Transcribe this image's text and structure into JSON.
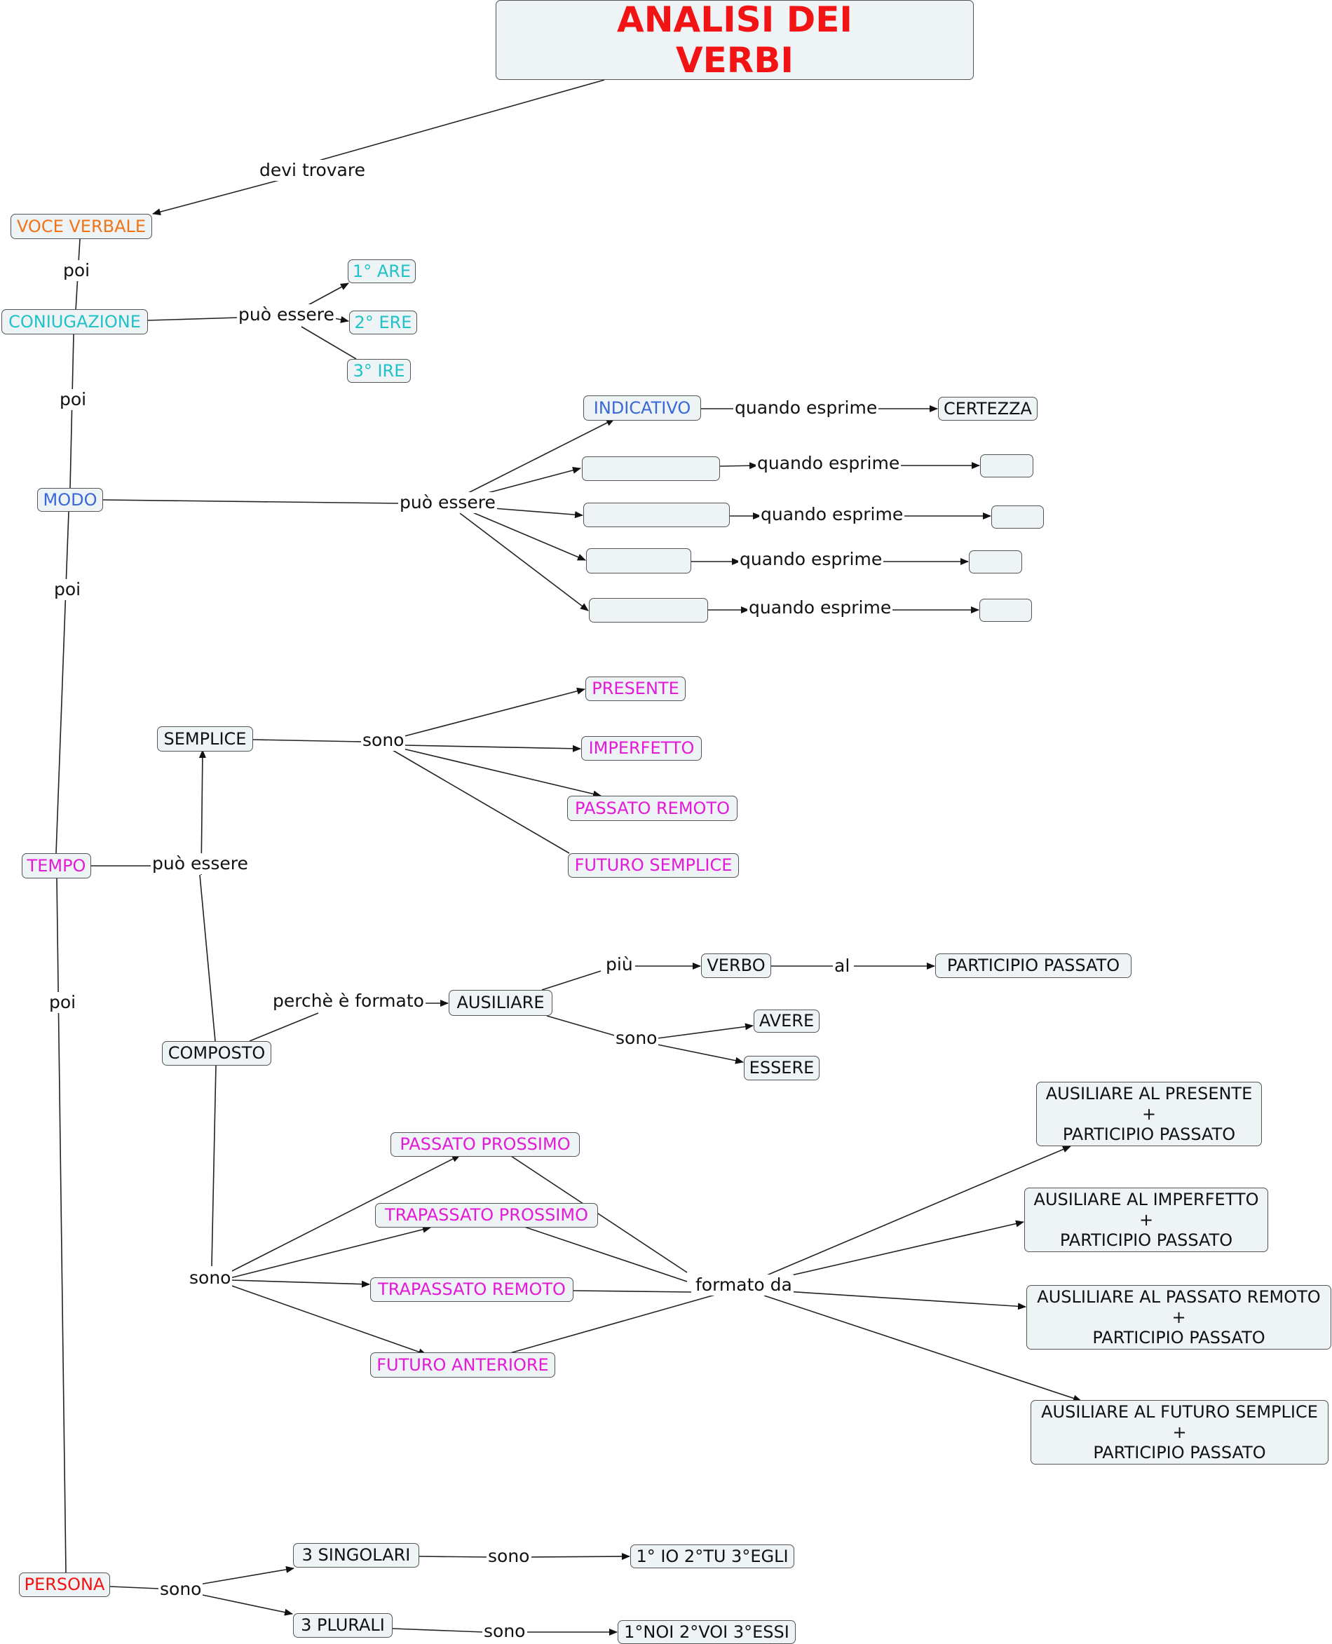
{
  "colors": {
    "title": "#f21414",
    "voce_verbale": "#f07318",
    "coniugazione": "#20c2c8",
    "modo": "#3a68d6",
    "tempo": "#e31ad8",
    "persona": "#f21414",
    "node_fill": "#eef3f5",
    "node_border": "#555555",
    "line": "#222222"
  },
  "title": {
    "line1": "ANALISI DEI",
    "line2": "VERBI"
  },
  "nodes": {
    "voce_verbale": "VOCE VERBALE",
    "coniugazione": "CONIUGAZIONE",
    "are": "1° ARE",
    "ere": "2° ERE",
    "ire": "3° IRE",
    "modo": "MODO",
    "indicativo": "INDICATIVO",
    "certezza": "CERTEZZA",
    "modo_2": "",
    "modo_3": "",
    "modo_4": "",
    "modo_5": "",
    "esprime_2": "",
    "esprime_3": "",
    "esprime_4": "",
    "esprime_5": "",
    "tempo": "TEMPO",
    "semplice": "SEMPLICE",
    "presente": "PRESENTE",
    "imperfetto": "IMPERFETTO",
    "passato_remoto": "PASSATO REMOTO",
    "futuro_semplice": "FUTURO SEMPLICE",
    "composto": "COMPOSTO",
    "ausiliare": "AUSILIARE",
    "verbo": "VERBO",
    "participio_passato": "PARTICIPIO PASSATO",
    "avere": "AVERE",
    "essere": "ESSERE",
    "passato_prossimo": "PASSATO PROSSIMO",
    "trapassato_prossimo": "TRAPASSATO PROSSIMO",
    "trapassato_remoto": "TRAPASSATO REMOTO",
    "futuro_anteriore": "FUTURO ANTERIORE",
    "aus_presente": [
      "AUSILIARE AL PRESENTE",
      "+",
      "PARTICIPIO PASSATO"
    ],
    "aus_imperfetto": [
      "AUSILIARE AL IMPERFETTO",
      "+",
      "PARTICIPIO PASSATO"
    ],
    "aus_passato_remoto": [
      "AUSLILIARE AL PASSATO REMOTO",
      "+",
      "PARTICIPIO PASSATO"
    ],
    "aus_futuro_semplice": [
      "AUSILIARE AL FUTURO SEMPLICE",
      "+",
      "PARTICIPIO PASSATO"
    ],
    "persona": "PERSONA",
    "singolari": "3 SINGOLARI",
    "plurali": "3 PLURALI",
    "io_tu_egli": "1° IO 2°TU 3°EGLI",
    "noi_voi_essi": "1°NOI 2°VOI 3°ESSI"
  },
  "links": {
    "devi_trovare": "devi trovare",
    "poi_1": "poi",
    "puo_essere_coniug": "può essere",
    "poi_2": "poi",
    "puo_essere_modo": "può essere",
    "quando_esprime_1": "quando esprime",
    "quando_esprime_2": "quando esprime",
    "quando_esprime_3": "quando esprime",
    "quando_esprime_4": "quando esprime",
    "quando_esprime_5": "quando esprime",
    "poi_3": "poi",
    "puo_essere_tempo": "può essere",
    "sono_semplice": "sono",
    "perche_formato": "perchè è formato",
    "piu": "più",
    "al": "al",
    "sono_ausiliare": "sono",
    "sono_composto": "sono",
    "formato_da": "formato da",
    "poi_4": "poi",
    "sono_persona": "sono",
    "sono_singolari": "sono",
    "sono_plurali": "sono"
  }
}
